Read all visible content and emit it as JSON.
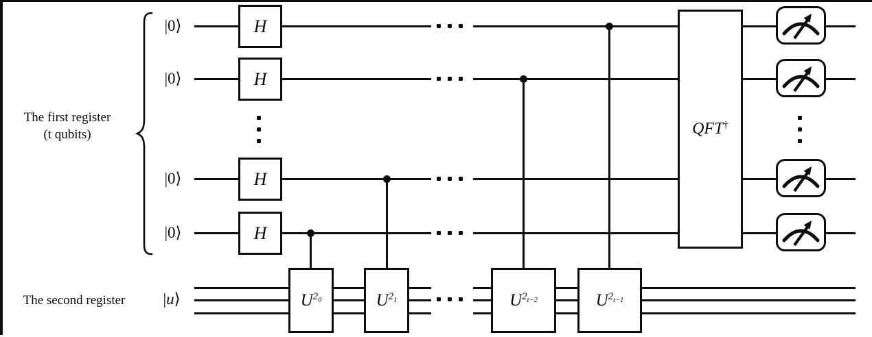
{
  "figure": {
    "first_register_label_line1": "The first register",
    "first_register_label_line2": "(t qubits)",
    "second_register_label": "The second register"
  },
  "kets": {
    "zero": "|0⟩",
    "u_bar": "|",
    "u_symbol": "u",
    "u_rangle": "⟩"
  },
  "gates": {
    "hadamard": "H",
    "qft_base": "QFT",
    "qft_dagger": "†",
    "u_gates": [
      {
        "base": "U",
        "exp_base": "2",
        "exp_power": "0"
      },
      {
        "base": "U",
        "exp_base": "2",
        "exp_power": "1"
      },
      {
        "base": "U",
        "exp_base": "2",
        "exp_power": "t−2"
      },
      {
        "base": "U",
        "exp_base": "2",
        "exp_power": "t−1"
      }
    ]
  },
  "circuit": {
    "first_register_qubit_lines_shown": 4,
    "second_register_bundle_lines": 3,
    "measurement_meters_shown": 4
  },
  "colors": {
    "ink": "#0d0d0d",
    "background": "#ffffff"
  }
}
